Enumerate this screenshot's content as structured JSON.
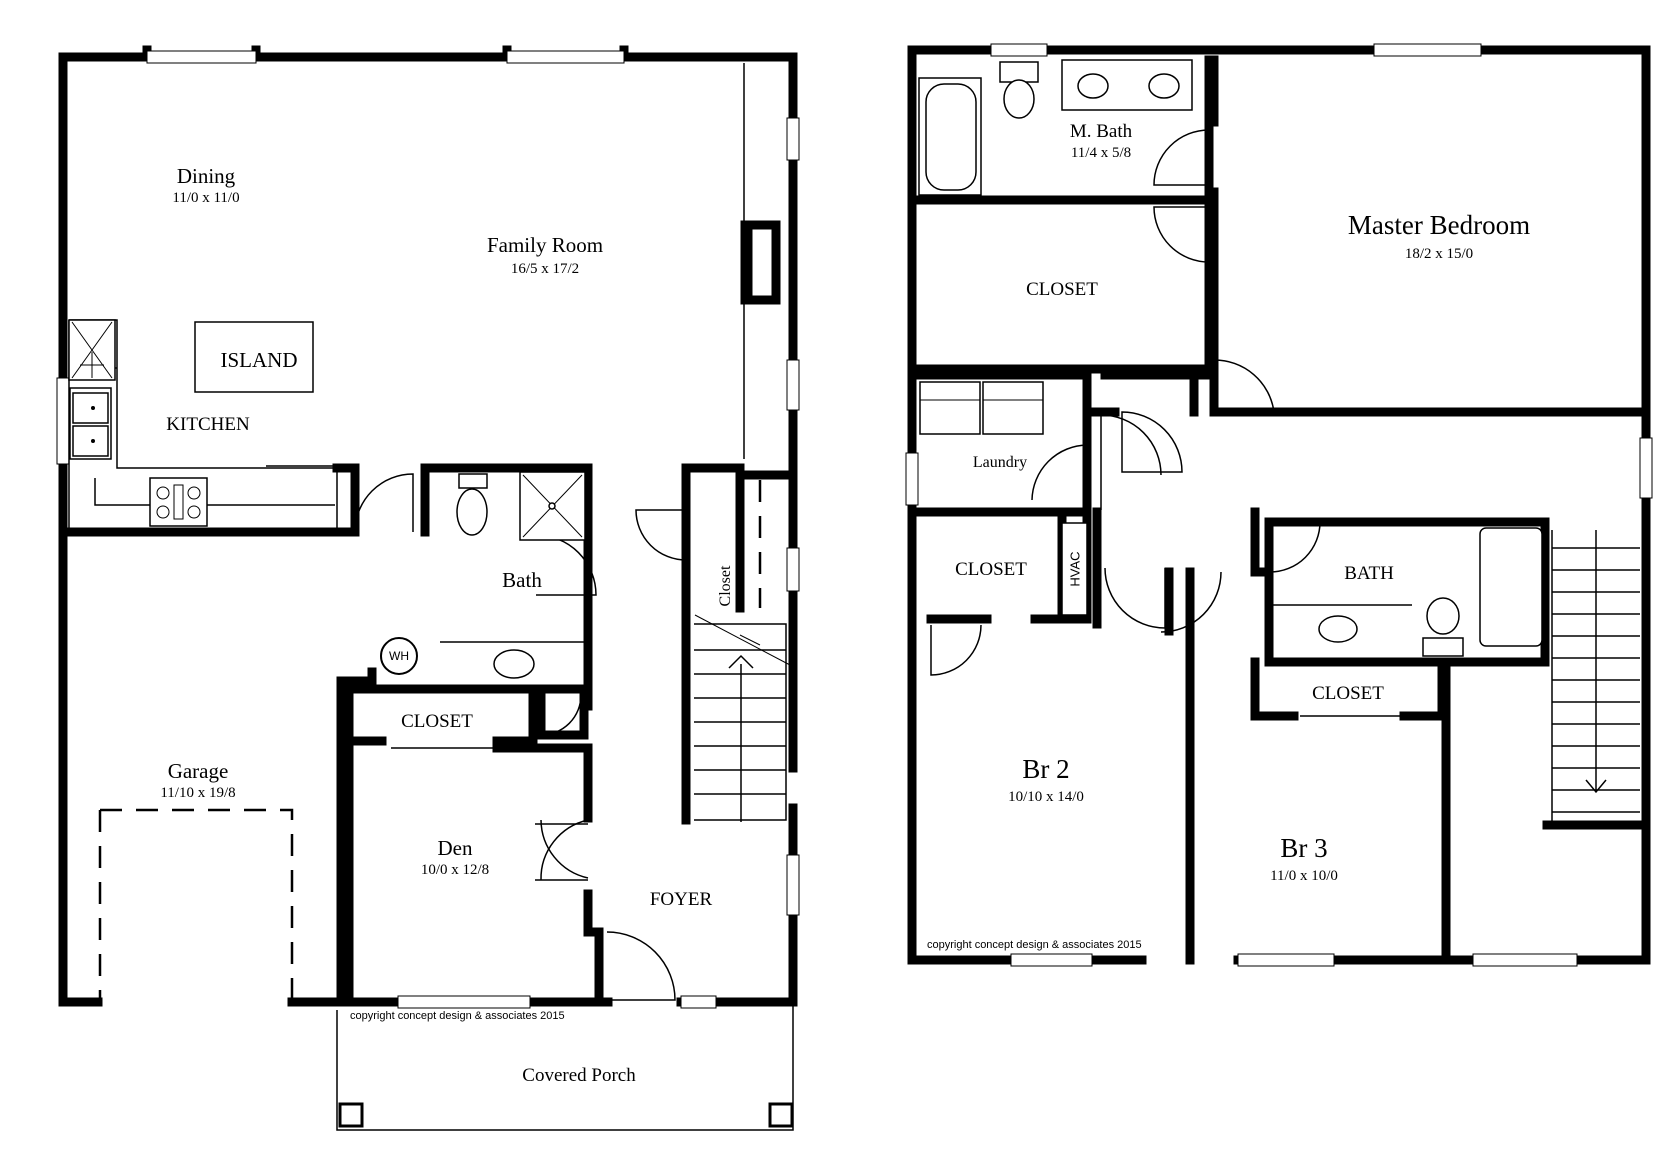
{
  "first_floor": {
    "rooms": [
      {
        "name": "Dining",
        "size": "11/0 x 11/0"
      },
      {
        "name": "Family Room",
        "size": "16/5 x 17/2"
      },
      {
        "name": "ISLAND"
      },
      {
        "name": "KITCHEN"
      },
      {
        "name": "Bath"
      },
      {
        "name": "Closet"
      },
      {
        "name": "WH"
      },
      {
        "name": "Garage",
        "size": "11/10 x 19/8"
      },
      {
        "name": "CLOSET"
      },
      {
        "name": "Den",
        "size": "10/0 x 12/8"
      },
      {
        "name": "FOYER"
      },
      {
        "name": "Covered Porch"
      }
    ],
    "copyright": "copyright concept design & associates 2015"
  },
  "second_floor": {
    "rooms": [
      {
        "name": "M. Bath",
        "size": "11/4 x 5/8"
      },
      {
        "name": "Master Bedroom",
        "size": "18/2 x 15/0"
      },
      {
        "name": "CLOSET"
      },
      {
        "name": "Laundry"
      },
      {
        "name": "CLOSET"
      },
      {
        "name": "HVAC"
      },
      {
        "name": "BATH"
      },
      {
        "name": "CLOSET"
      },
      {
        "name": "Br 2",
        "size": "10/10 x 14/0"
      },
      {
        "name": "Br 3",
        "size": "11/0 x 10/0"
      }
    ],
    "copyright": "copyright concept design & associates 2015"
  }
}
